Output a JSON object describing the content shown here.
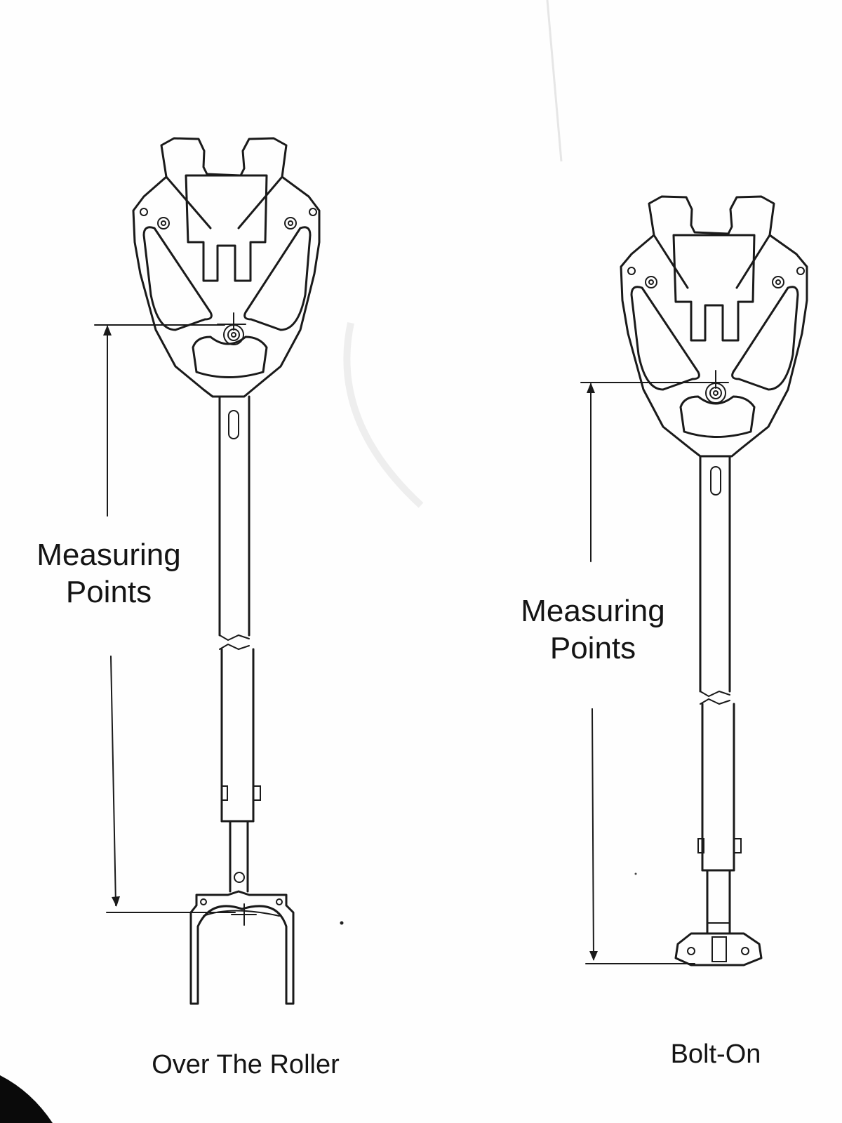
{
  "left_diagram": {
    "label_line1": "Measuring",
    "label_line2": "Points",
    "caption": "Over The Roller"
  },
  "right_diagram": {
    "label_line1": "Measuring",
    "label_line2": "Points",
    "caption": "Bolt-On"
  }
}
